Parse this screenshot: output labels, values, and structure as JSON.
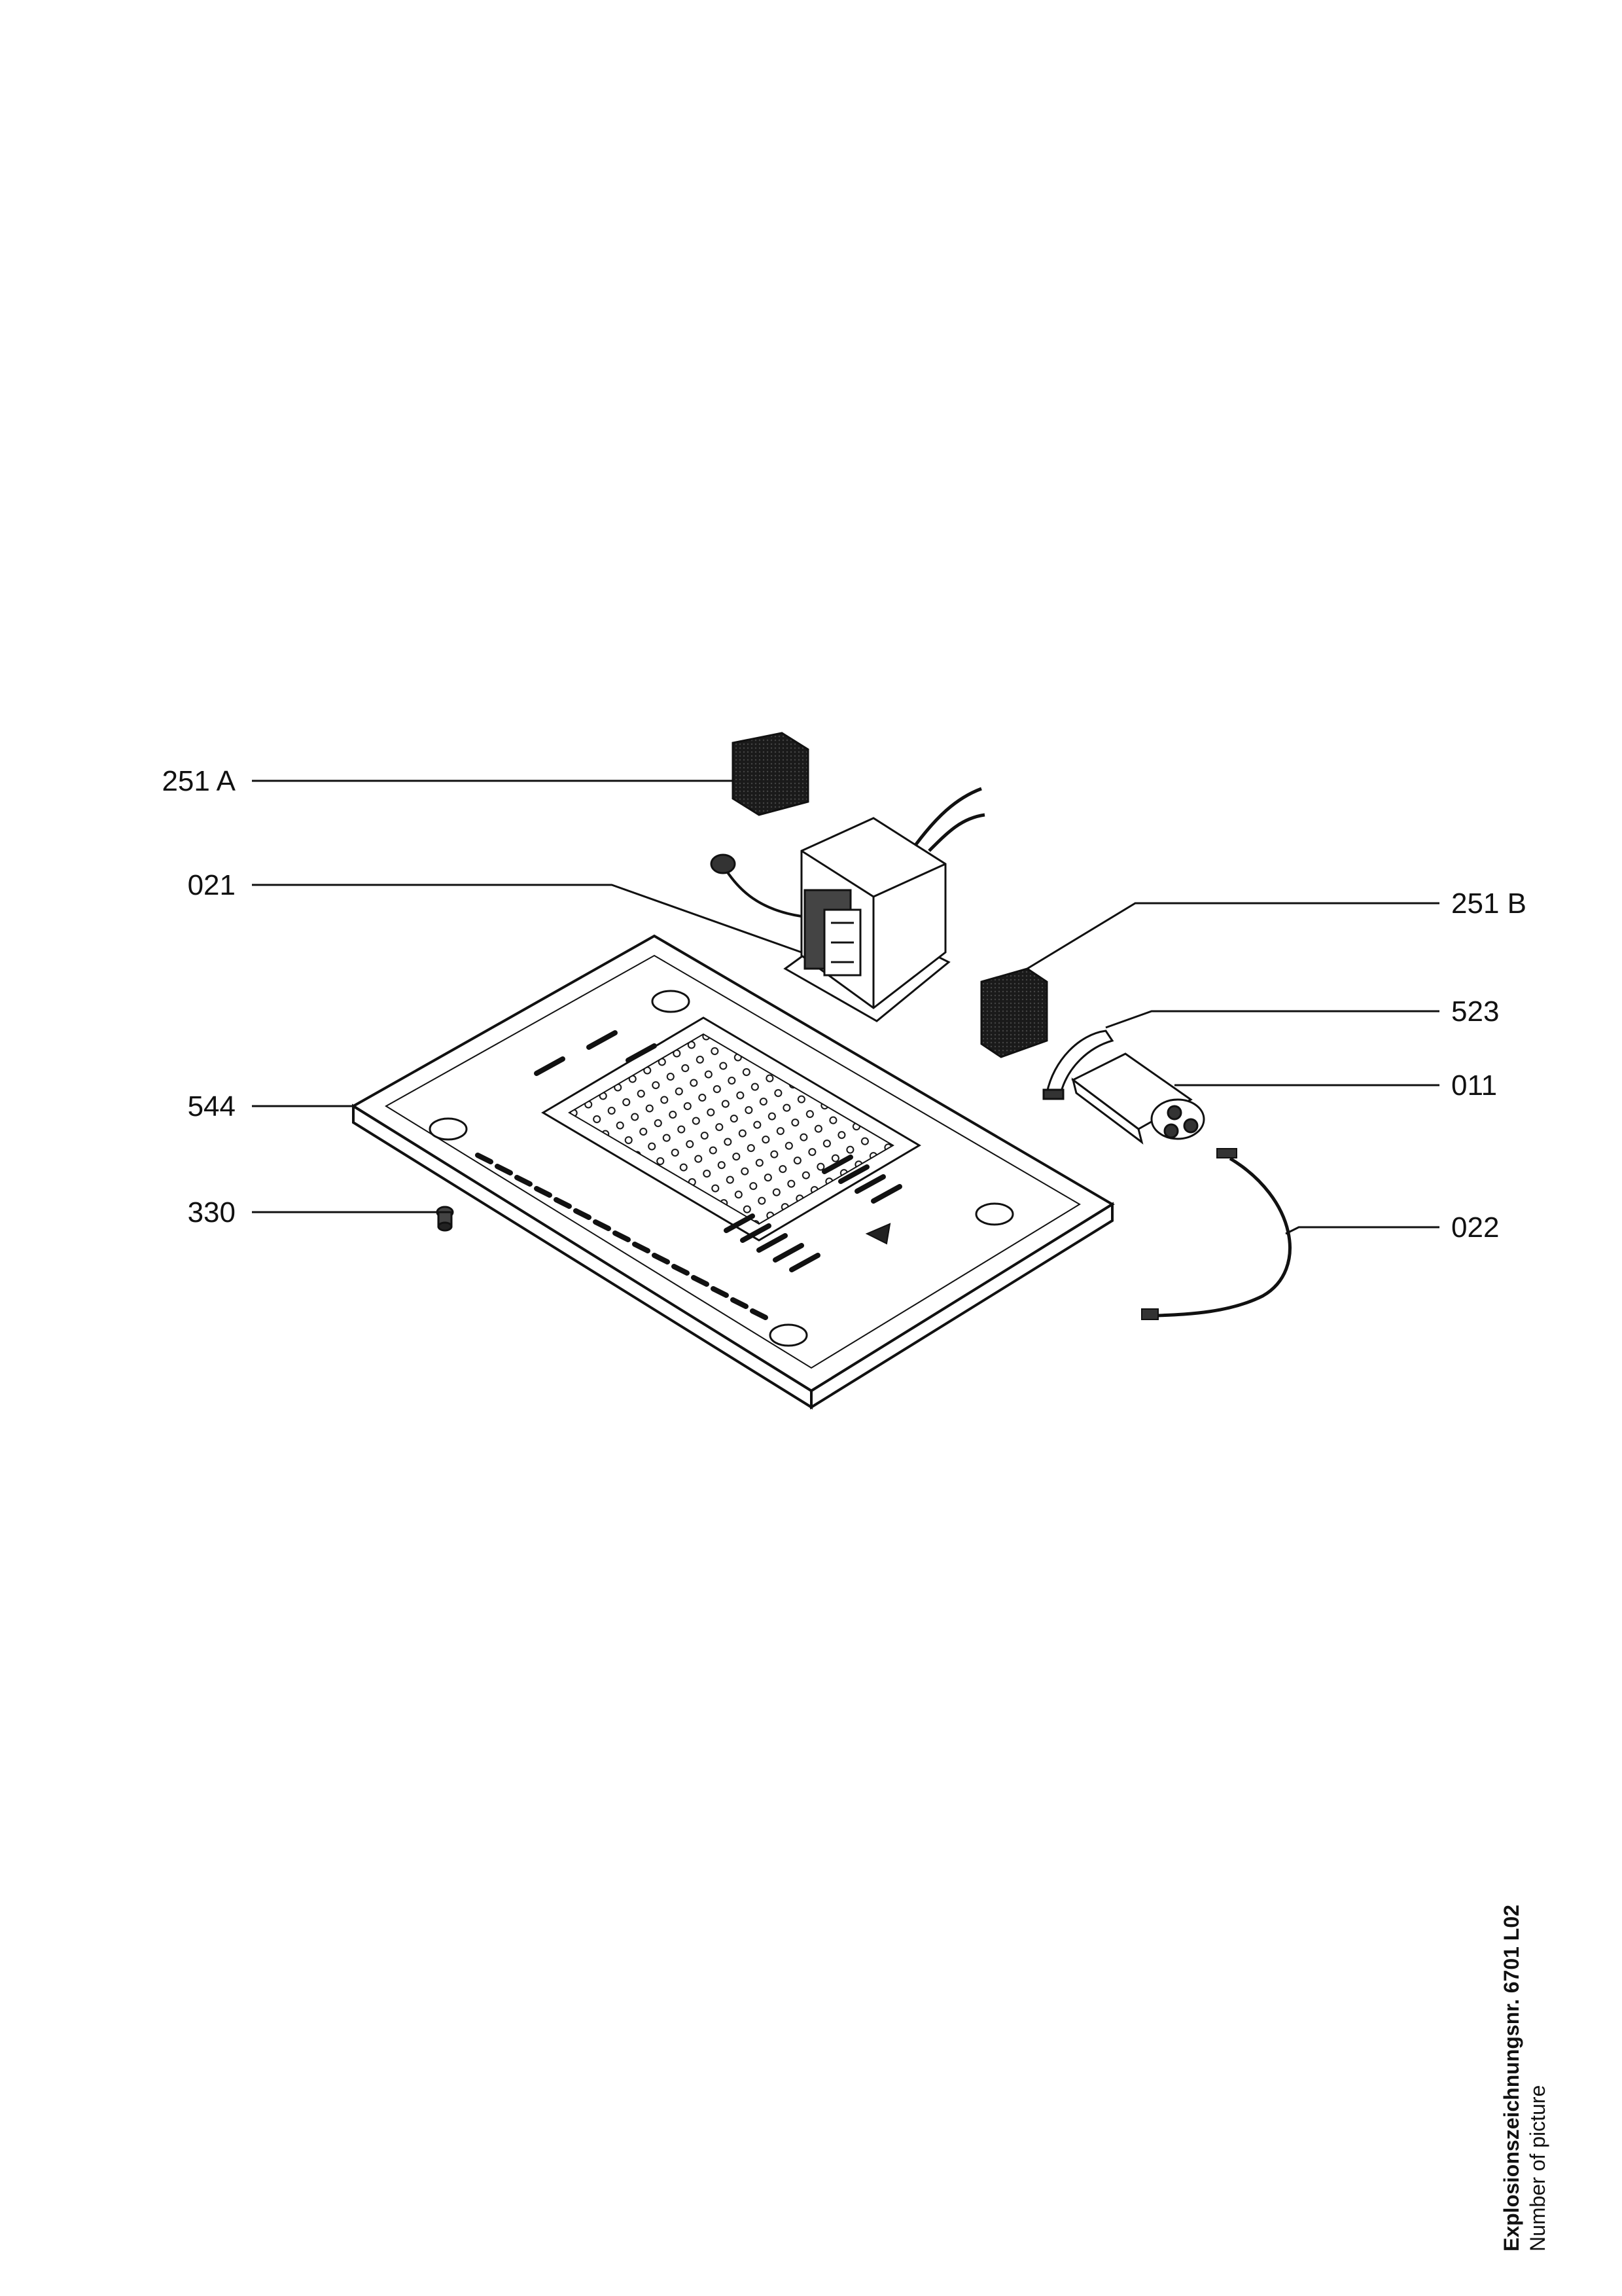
{
  "callouts": {
    "c251a": "251 A",
    "c021": "021",
    "c544": "544",
    "c330": "330",
    "c251b": "251 B",
    "c523": "523",
    "c011": "011",
    "c022": "022"
  },
  "caption": {
    "drawing_number": "Explosionszeichnungsnr. 6701 L02",
    "subtitle": "Number of picture"
  }
}
